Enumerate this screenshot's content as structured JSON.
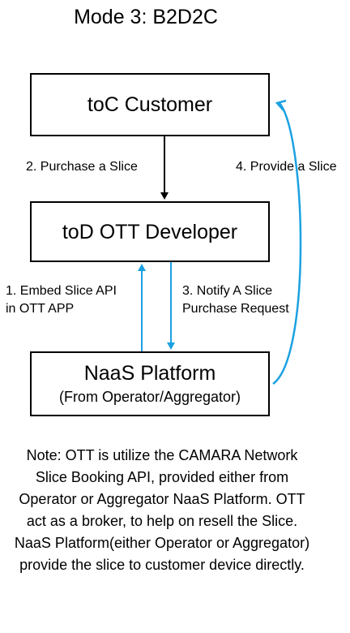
{
  "diagram": {
    "title": "Mode 3: B2D2C",
    "nodes": {
      "customer": {
        "label": "toC Customer"
      },
      "developer": {
        "label": "toD OTT Developer"
      },
      "naas": {
        "label": "NaaS Platform",
        "sublabel": "(From Operator/Aggregator)"
      }
    },
    "edges": {
      "purchase": {
        "label": "2. Purchase a Slice",
        "from": "customer",
        "to": "developer",
        "color": "#000000"
      },
      "provide": {
        "label": "4. Provide a Slice",
        "from": "naas",
        "to": "customer",
        "color": "#1ba1e2"
      },
      "embed": {
        "line1": "1. Embed Slice API",
        "line2": "in OTT APP",
        "from": "naas",
        "to": "developer",
        "color": "#1ba1e2"
      },
      "notify": {
        "line1": "3. Notify A Slice",
        "line2": "Purchase Request",
        "from": "developer",
        "to": "naas",
        "color": "#1ba1e2"
      }
    },
    "note": "Note: OTT is utilize the CAMARA Network Slice Booking API, provided either from Operator or Aggregator NaaS Platform. OTT act as a broker, to help on resell the Slice. NaaS Platform(either Operator or Aggregator) provide the slice to customer device directly."
  }
}
